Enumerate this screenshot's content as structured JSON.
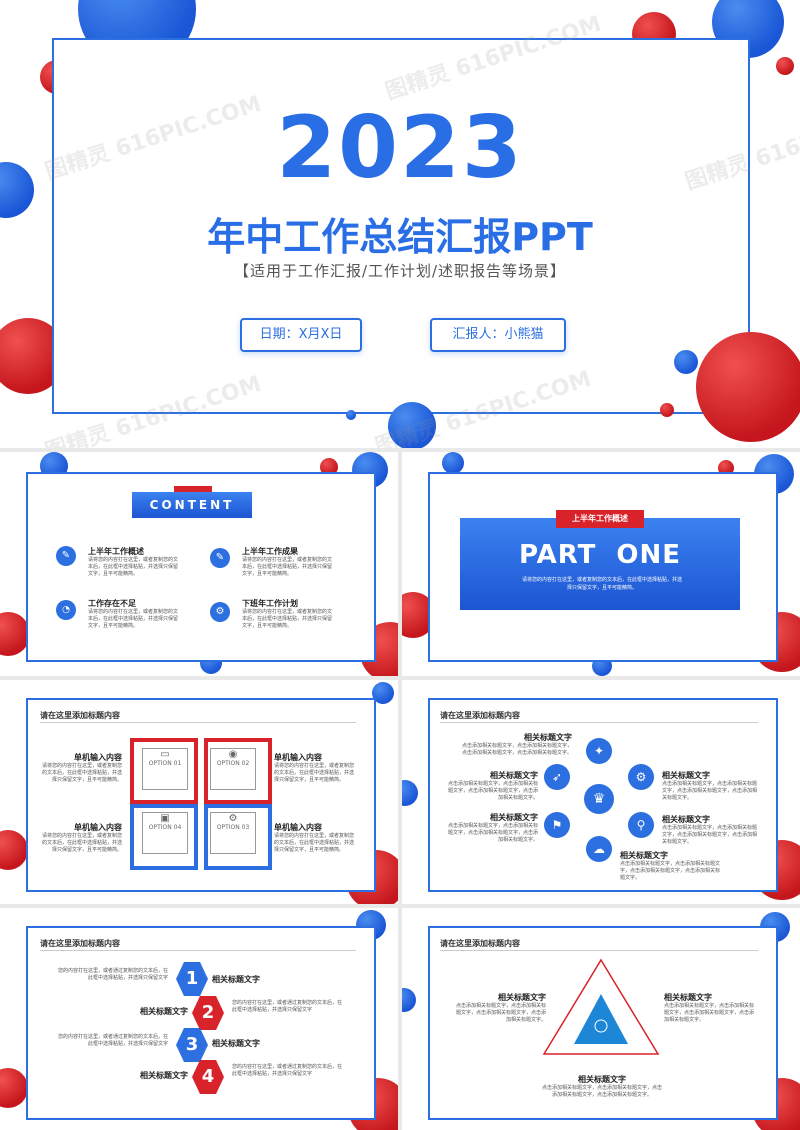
{
  "cover": {
    "year": "2023",
    "title": "年中工作总结汇报PPT",
    "subtitle": "【适用于工作汇报/工作计划/述职报告等场景】",
    "date_label": "日期：X月X日",
    "reporter_label": "汇报人：小熊猫"
  },
  "watermark": "图精灵 616PIC.COM",
  "content_slide": {
    "header": "CONTENT",
    "items": [
      {
        "title": "上半年工作概述",
        "text": "请将您的内容打在这里，或者复制您的文本后，在此框中选择粘贴，并选择只保留文字，且平可能精简。"
      },
      {
        "title": "上半年工作成果",
        "text": "请将您的内容打在这里，或者复制您的文本后，在此框中选择粘贴，并选择只保留文字，且平可能精简。"
      },
      {
        "title": "工作存在不足",
        "text": "请将您的内容打在这里，或者复制您的文本后，在此框中选择粘贴，并选择只保留文字，且平可能精简。"
      },
      {
        "title": "下班年工作计划",
        "text": "请将您的内容打在这里，或者复制您的文本后，在此框中选择粘贴，并选择只保留文字，且平可能精简。"
      }
    ]
  },
  "part_slide": {
    "tag": "上半年工作概述",
    "title": "PART  ONE",
    "text": "请将您的内容打在这里，或者复制您的文本后，在此框中选择粘贴，并选择只保留文字，且平可能精简。"
  },
  "slide3": {
    "header": "请在这里添加标题内容",
    "blocks": [
      {
        "title": "单机输入内容",
        "text": "请将您的内容打在这里，或者复制您的文本后，在此框中选择粘贴，并选择只保留文字，且平可能精简。"
      },
      {
        "title": "单机输入内容",
        "text": "请将您的内容打在这里，或者复制您的文本后，在此框中选择粘贴，并选择只保留文字，且平可能精简。"
      },
      {
        "title": "单机输入内容",
        "text": "请将您的内容打在这里，或者复制您的文本后，在此框中选择粘贴，并选择只保留文字，且平可能精简。"
      },
      {
        "title": "单机输入内容",
        "text": "请将您的内容打在这里，或者复制您的文本后，在此框中选择粘贴，并选择只保留文字，且平可能精简。"
      }
    ],
    "options": [
      "OPTION 01",
      "OPTION 02",
      "OPTION 04",
      "OPTION 03"
    ]
  },
  "slide4": {
    "header": "请在这里添加标题内容",
    "label": "相关标题文字",
    "text": "点击添加相关标题文字，点击添加相关标题文字，点击添加相关标题文字，点击添加相关标题文字。"
  },
  "slide5": {
    "header": "请在这里添加标题内容",
    "label": "相关标题文字",
    "text": "您的内容打在这里，或者通过复制您的文本后，在此框中选择粘贴，并选择只保留文字",
    "nums": [
      "1",
      "2",
      "3",
      "4"
    ]
  },
  "slide6": {
    "header": "请在这里添加标题内容",
    "label": "相关标题文字",
    "text": "点击添加相关标题文字，点击添加相关标题文字，点击添加相关标题文字，点击添加相关标题文字。"
  },
  "colors": {
    "blue": "#2c6fe0",
    "red": "#d8232a"
  }
}
